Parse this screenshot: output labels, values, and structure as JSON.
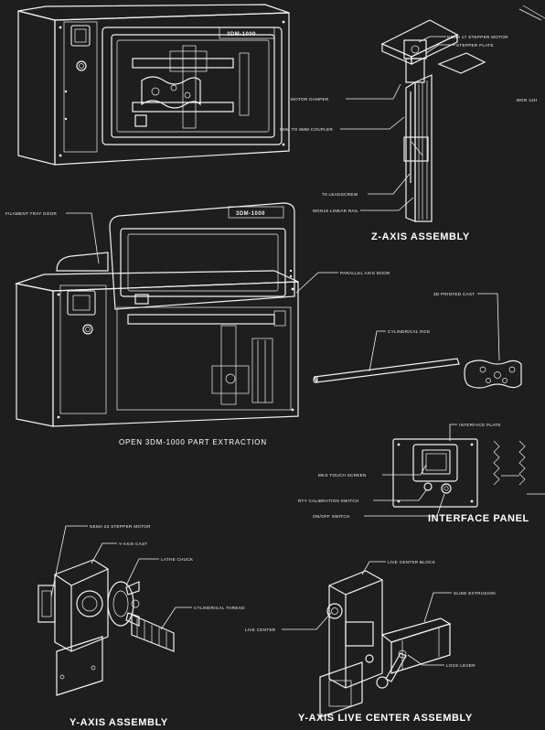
{
  "colors": {
    "background": "#1e1e1e",
    "line": "#f2f2f2"
  },
  "brand": {
    "top_unit": "3DM-1000",
    "open_unit": "3DM-1000"
  },
  "zaxis": {
    "title": "Z-AXIS ASSEMBLY",
    "labels": {
      "nema17": "NEMA 17 STEPPER MOTOR",
      "stepper_plate": "STEPPER PLATE",
      "motor_damper": "MOTOR DAMPER",
      "coupler": "5MM TO 8MM COUPLER",
      "leadscrew": "T8 LEADSCREW",
      "linear_rail": "MGN15 LINEAR RAIL",
      "right_cut": "MGN 12H"
    }
  },
  "open": {
    "caption": "OPEN 3DM-1000 PART EXTRACTION",
    "labels": {
      "filament_tray": "FILAMENT TRAY DOOR",
      "parallel_door": "PARALLEL AXIS DOOR",
      "cylindrical_rod": "CYLINDRICAL ROD",
      "printed_cast": "3D PRINTED CAST"
    }
  },
  "interface": {
    "title": "INTERFACE PANEL",
    "labels": {
      "plate": "INTERFACE PLATE",
      "touch_screen": "MKS TOUCH SCREEN",
      "calibration": "RTY CALIBRATION SWITCH",
      "onoff": "ON/OFF SWITCH"
    }
  },
  "yaxis": {
    "title": "Y-AXIS ASSEMBLY",
    "labels": {
      "nema23": "NEMA 23 STEPPER MOTOR",
      "cast": "Y-AXIS CAST",
      "chuck": "LATHE CHUCK",
      "thread": "CYLINDRICAL THREAD"
    }
  },
  "live": {
    "title": "Y-AXIS LIVE CENTER ASSEMBLY",
    "labels": {
      "block": "LIVE CENTER BLOCK",
      "extrusion": "SLIDE EXTRUSION",
      "center": "LIVE CENTER",
      "lever": "LOCK LEVER"
    }
  }
}
